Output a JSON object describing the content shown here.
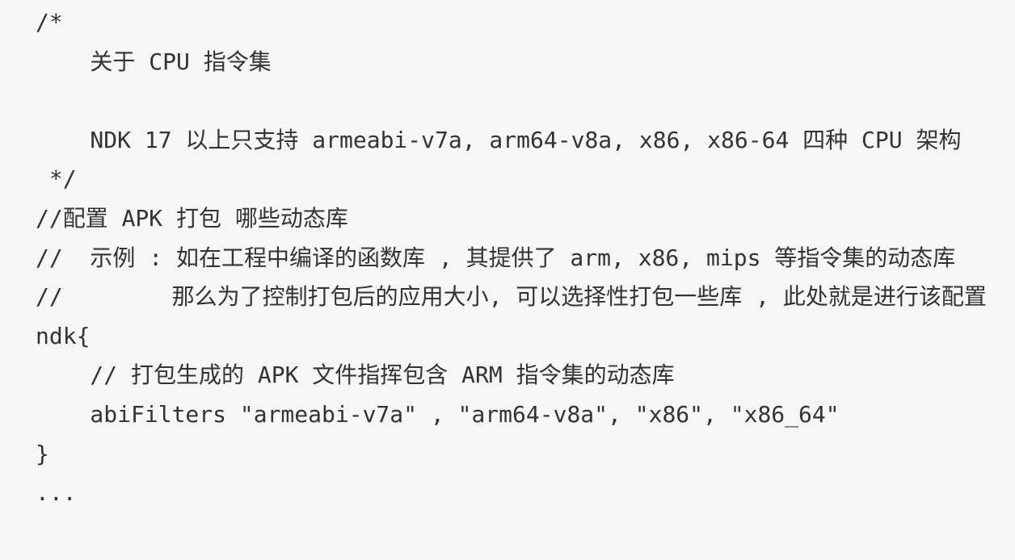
{
  "code": {
    "lines": [
      "/*",
      "    关于 CPU 指令集",
      "",
      "    NDK 17 以上只支持 armeabi-v7a, arm64-v8a, x86, x86-64 四种 CPU 架构",
      " */",
      "//配置 APK 打包 哪些动态库",
      "//  示例 : 如在工程中编译的函数库 , 其提供了 arm, x86, mips 等指令集的动态库",
      "//        那么为了控制打包后的应用大小, 可以选择性打包一些库 , 此处就是进行该配置",
      "ndk{",
      "    // 打包生成的 APK 文件指挥包含 ARM 指令集的动态库",
      "    abiFilters \"armeabi-v7a\" , \"arm64-v8a\", \"x86\", \"x86_64\"",
      "}",
      "..."
    ]
  },
  "colors": {
    "background": "#f6f6f6",
    "text": "#333333"
  }
}
